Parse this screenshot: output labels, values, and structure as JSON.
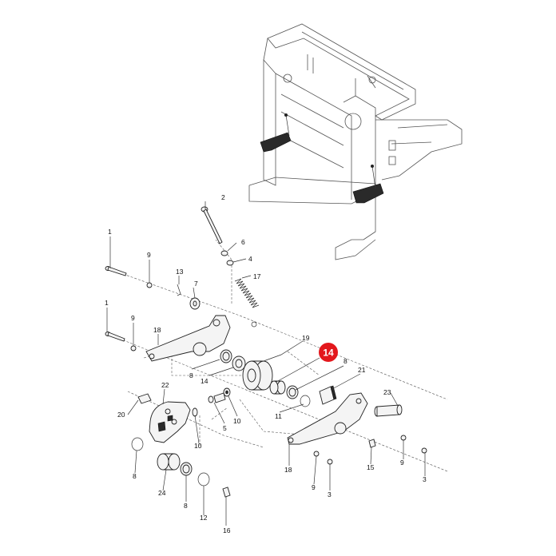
{
  "highlight": {
    "label": "14",
    "color": "#e3171c"
  },
  "callouts": [
    {
      "id": "c-2",
      "label": "2"
    },
    {
      "id": "c-6",
      "label": "6"
    },
    {
      "id": "c-4",
      "label": "4"
    },
    {
      "id": "c-17",
      "label": "17"
    },
    {
      "id": "c-1a",
      "label": "1"
    },
    {
      "id": "c-9a",
      "label": "9"
    },
    {
      "id": "c-13",
      "label": "13"
    },
    {
      "id": "c-7",
      "label": "7"
    },
    {
      "id": "c-1b",
      "label": "1"
    },
    {
      "id": "c-9b",
      "label": "9"
    },
    {
      "id": "c-18a",
      "label": "18"
    },
    {
      "id": "c-19",
      "label": "19"
    },
    {
      "id": "c-8a",
      "label": "8"
    },
    {
      "id": "c-14",
      "label": "14"
    },
    {
      "id": "c-8b",
      "label": "8"
    },
    {
      "id": "c-21",
      "label": "21"
    },
    {
      "id": "c-22",
      "label": "22"
    },
    {
      "id": "c-20",
      "label": "20"
    },
    {
      "id": "c-5",
      "label": "5"
    },
    {
      "id": "c-10a",
      "label": "10"
    },
    {
      "id": "c-10b",
      "label": "10"
    },
    {
      "id": "c-11",
      "label": "11"
    },
    {
      "id": "c-23",
      "label": "23"
    },
    {
      "id": "c-8c",
      "label": "8"
    },
    {
      "id": "c-24",
      "label": "24"
    },
    {
      "id": "c-8d",
      "label": "8"
    },
    {
      "id": "c-12",
      "label": "12"
    },
    {
      "id": "c-16",
      "label": "16"
    },
    {
      "id": "c-18b",
      "label": "18"
    },
    {
      "id": "c-9c",
      "label": "9"
    },
    {
      "id": "c-3a",
      "label": "3"
    },
    {
      "id": "c-15",
      "label": "15"
    },
    {
      "id": "c-9d",
      "label": "9"
    },
    {
      "id": "c-3b",
      "label": "3"
    }
  ]
}
